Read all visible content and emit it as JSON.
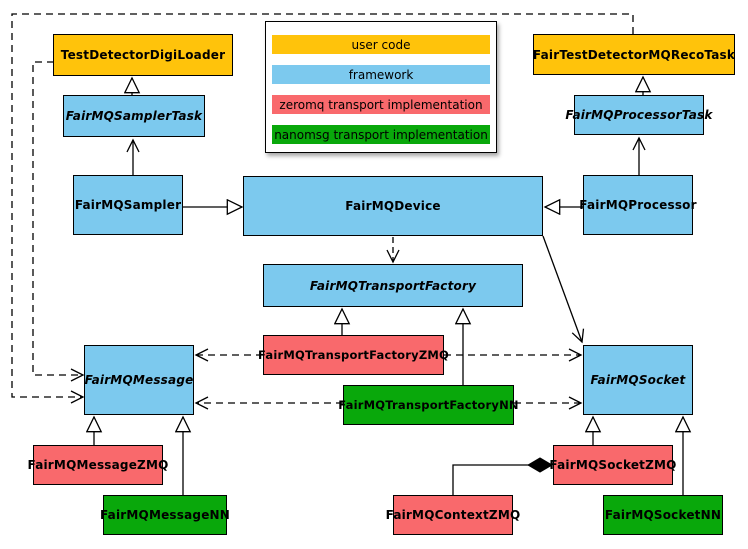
{
  "legend": {
    "items": [
      {
        "id": "user-code",
        "label": "user code",
        "color": "#FFC30B"
      },
      {
        "id": "framework",
        "label": "framework",
        "color": "#7CC9EE"
      },
      {
        "id": "zeromq",
        "label": "zeromq transport implementation",
        "color": "#F9696C"
      },
      {
        "id": "nanomsg",
        "label": "nanomsg transport implementation",
        "color": "#09A80B"
      }
    ]
  },
  "colors": {
    "user_code": "#FFC30B",
    "framework": "#7CC9EE",
    "zeromq_impl": "#F9696C",
    "nanomsg_impl": "#09A80B",
    "border": "#000000",
    "background": "#FFFFFF"
  },
  "classes": {
    "testDetectorDigiLoader": {
      "label": "TestDetectorDigiLoader",
      "color": "#FFC30B"
    },
    "fairTestDetectorMQRecoTask": {
      "label": "FairTestDetectorMQRecoTask",
      "color": "#FFC30B"
    },
    "fairMQSamplerTask": {
      "label": "FairMQSamplerTask",
      "color": "#7CC9EE"
    },
    "fairMQProcessorTask": {
      "label": "FairMQProcessorTask",
      "color": "#7CC9EE"
    },
    "fairMQSampler": {
      "label": "FairMQSampler",
      "color": "#7CC9EE"
    },
    "fairMQDevice": {
      "label": "FairMQDevice",
      "color": "#7CC9EE"
    },
    "fairMQProcessor": {
      "label": "FairMQProcessor",
      "color": "#7CC9EE"
    },
    "fairMQTransportFactory": {
      "label": "FairMQTransportFactory",
      "color": "#7CC9EE"
    },
    "fairMQTransportFactoryZMQ": {
      "label": "FairMQTransportFactoryZMQ",
      "color": "#F9696C"
    },
    "fairMQTransportFactoryNN": {
      "label": "FairMQTransportFactoryNN",
      "color": "#09A80B"
    },
    "fairMQMessage": {
      "label": "FairMQMessage",
      "color": "#7CC9EE"
    },
    "fairMQSocket": {
      "label": "FairMQSocket",
      "color": "#7CC9EE"
    },
    "fairMQMessageZMQ": {
      "label": "FairMQMessageZMQ",
      "color": "#F9696C"
    },
    "fairMQMessageNN": {
      "label": "FairMQMessageNN",
      "color": "#09A80B"
    },
    "fairMQSocketZMQ": {
      "label": "FairMQSocketZMQ",
      "color": "#F9696C"
    },
    "fairMQSocketNN": {
      "label": "FairMQSocketNN",
      "color": "#09A80B"
    },
    "fairMQContextZMQ": {
      "label": "FairMQContextZMQ",
      "color": "#F9696C"
    }
  }
}
